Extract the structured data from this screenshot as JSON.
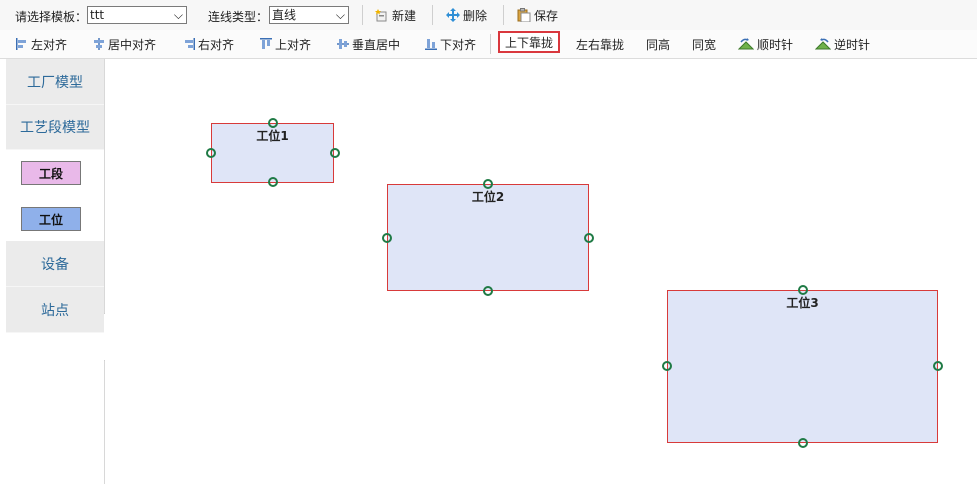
{
  "toolbar": {
    "template_label": "请选择模板：",
    "template_value": "ttt",
    "line_type_label": "连线类型：",
    "line_type_value": "直线",
    "new_label": "新建",
    "delete_label": "删除",
    "save_label": "保存"
  },
  "align": {
    "left": "左对齐",
    "center": "居中对齐",
    "right": "右对齐",
    "top": "上对齐",
    "vcenter": "垂直居中",
    "bottom": "下对齐",
    "vstack": "上下靠拢",
    "hstack": "左右靠拢",
    "same_height": "同高",
    "same_width": "同宽",
    "clockwise": "顺时针",
    "counterclockwise": "逆时针",
    "active": "vstack"
  },
  "palette": {
    "factory_model": "工厂模型",
    "process_model": "工艺段模型",
    "segment": "工段",
    "station": "工位",
    "device": "设备",
    "site": "站点"
  },
  "colors": {
    "segment_chip": "#e9b9e9",
    "station_chip": "#8fb0ea",
    "node_fill": "#dfe5f7",
    "node_border": "#d83a3a",
    "port": "#1f7a45",
    "highlight": "#d9373d"
  },
  "canvas": {
    "nodes": [
      {
        "title": "工位1"
      },
      {
        "title": "工位2"
      },
      {
        "title": "工位3"
      }
    ]
  }
}
